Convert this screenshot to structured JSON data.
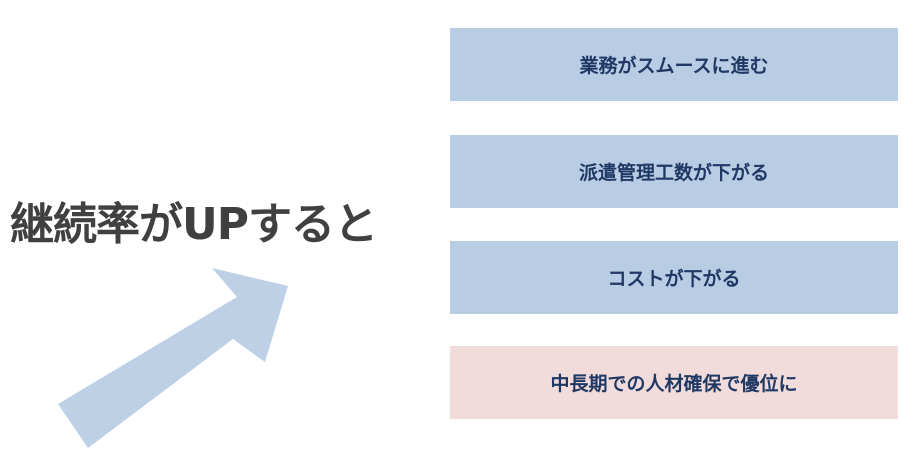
{
  "headline": "継続率がUPすると",
  "arrow_color": "#bdd0e6",
  "benefits": [
    {
      "label": "業務がスムースに進む",
      "color": "#b8cce4"
    },
    {
      "label": "派遣管理工数が下がる",
      "color": "#b8cce4"
    },
    {
      "label": "コストが下がる",
      "color": "#b8cce4"
    },
    {
      "label": "中長期での人材確保で優位に",
      "color": "#f2dcdb"
    }
  ]
}
